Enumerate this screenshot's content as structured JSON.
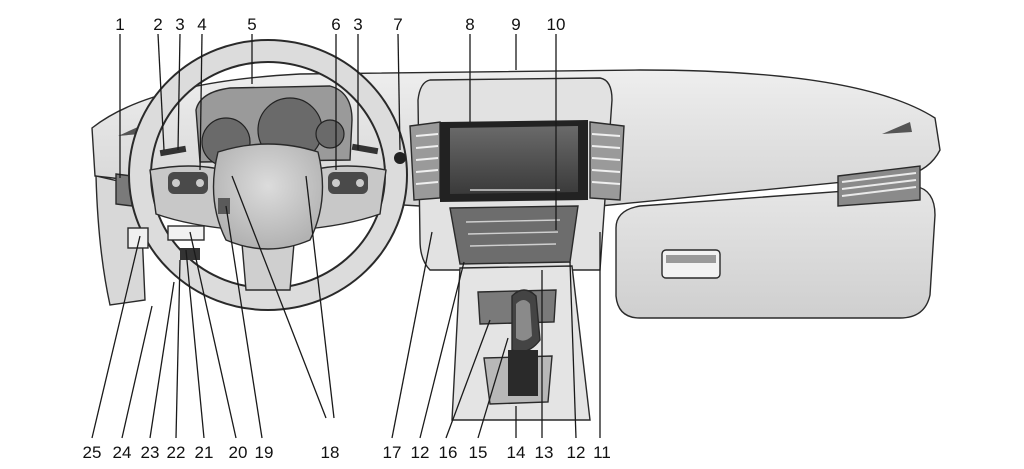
{
  "figure": {
    "description_labels": {
      "top": [
        "1",
        "2",
        "3",
        "4",
        "5",
        "6",
        "3",
        "7",
        "8",
        "9",
        "10"
      ],
      "bottom": [
        "25",
        "24",
        "23",
        "22",
        "21",
        "20",
        "19",
        "18",
        "17",
        "12",
        "16",
        "15",
        "14",
        "13",
        "12",
        "11"
      ]
    }
  },
  "callouts": [
    {
      "id": "c1",
      "label": "1"
    },
    {
      "id": "c2",
      "label": "2"
    },
    {
      "id": "c3a",
      "label": "3"
    },
    {
      "id": "c4",
      "label": "4"
    },
    {
      "id": "c5",
      "label": "5"
    },
    {
      "id": "c6",
      "label": "6"
    },
    {
      "id": "c3b",
      "label": "3"
    },
    {
      "id": "c7",
      "label": "7"
    },
    {
      "id": "c8",
      "label": "8"
    },
    {
      "id": "c9",
      "label": "9"
    },
    {
      "id": "c10",
      "label": "10"
    },
    {
      "id": "c25",
      "label": "25"
    },
    {
      "id": "c24",
      "label": "24"
    },
    {
      "id": "c23",
      "label": "23"
    },
    {
      "id": "c22",
      "label": "22"
    },
    {
      "id": "c21",
      "label": "21"
    },
    {
      "id": "c20",
      "label": "20"
    },
    {
      "id": "c19",
      "label": "19"
    },
    {
      "id": "c18",
      "label": "18"
    },
    {
      "id": "c17",
      "label": "17"
    },
    {
      "id": "c12a",
      "label": "12"
    },
    {
      "id": "c16",
      "label": "16"
    },
    {
      "id": "c15",
      "label": "15"
    },
    {
      "id": "c14",
      "label": "14"
    },
    {
      "id": "c13",
      "label": "13"
    },
    {
      "id": "c12b",
      "label": "12"
    },
    {
      "id": "c11",
      "label": "11"
    }
  ]
}
